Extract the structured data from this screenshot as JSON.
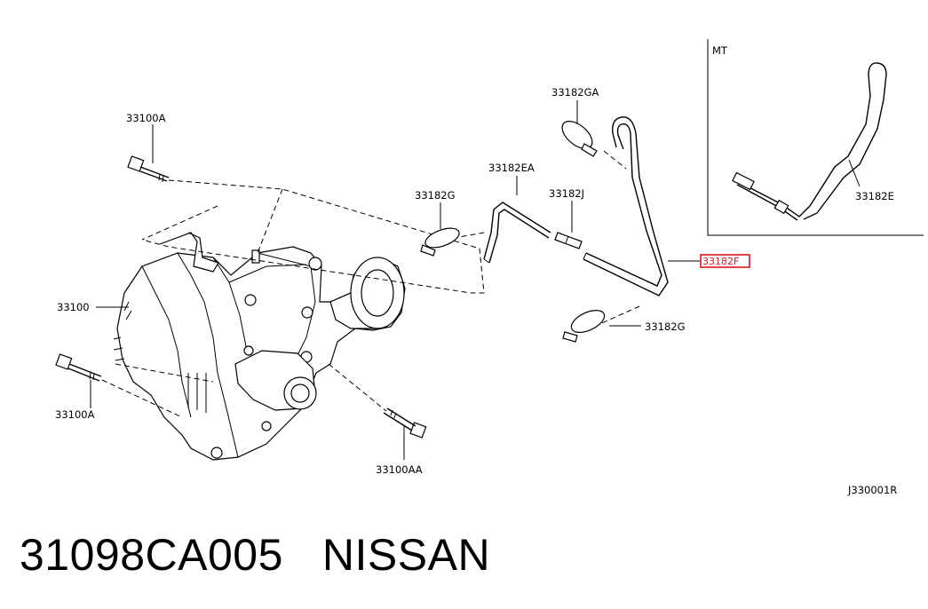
{
  "labels": {
    "p33100A_top": "33100A",
    "p33100": "33100",
    "p33100A_bot": "33100A",
    "p33100AA": "33100AA",
    "p33182G_left": "33182G",
    "p33182EA": "33182EA",
    "p33182J": "33182J",
    "p33182GA": "33182GA",
    "p33182F": "33182F",
    "p33182G_right": "33182G",
    "p33182E": "33182E",
    "mt": "MT",
    "drawing_code": "J330001R"
  },
  "highlight_color": "#e0161d",
  "footer": {
    "part_number": "31098CA005",
    "brand": "NISSAN"
  }
}
